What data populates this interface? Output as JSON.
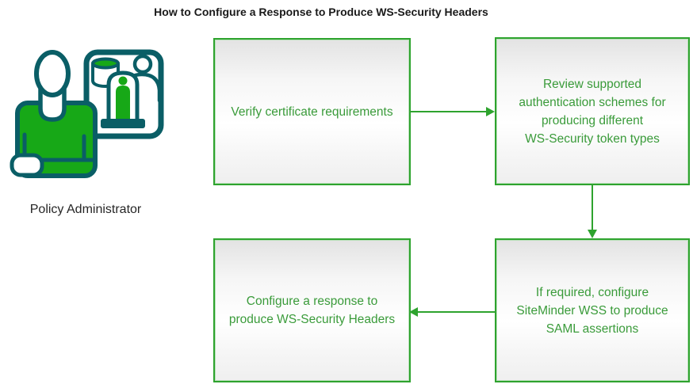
{
  "title": "How to Configure a Response to Produce WS-Security Headers",
  "actor": {
    "label": "Policy Administrator",
    "icon": "policy-administrator-icon"
  },
  "flowchart": {
    "steps": [
      {
        "id": 1,
        "label": "Verify certificate requirements"
      },
      {
        "id": 2,
        "label": "Review supported\nauthentication schemes for\nproducing different\nWS-Security token types"
      },
      {
        "id": 3,
        "label": "If required, configure\nSiteMinder WSS to produce\nSAML assertions"
      },
      {
        "id": 4,
        "label": "Configure a response to\nproduce WS-Security Headers"
      }
    ],
    "connections": [
      {
        "from": 1,
        "to": 2,
        "direction": "right"
      },
      {
        "from": 2,
        "to": 3,
        "direction": "down"
      },
      {
        "from": 3,
        "to": 4,
        "direction": "left"
      }
    ]
  },
  "colors": {
    "box_border": "#2EA32E",
    "box_text": "#3A9B3A",
    "arrow": "#2EA32E",
    "icon_outline_teal": "#0A5E66",
    "icon_fill_green": "#17A817",
    "title_text": "#1A1A1A",
    "actor_label_text": "#262626",
    "box_background_top": "#E3E3E3",
    "box_background_bottom": "#EFEFEF"
  }
}
